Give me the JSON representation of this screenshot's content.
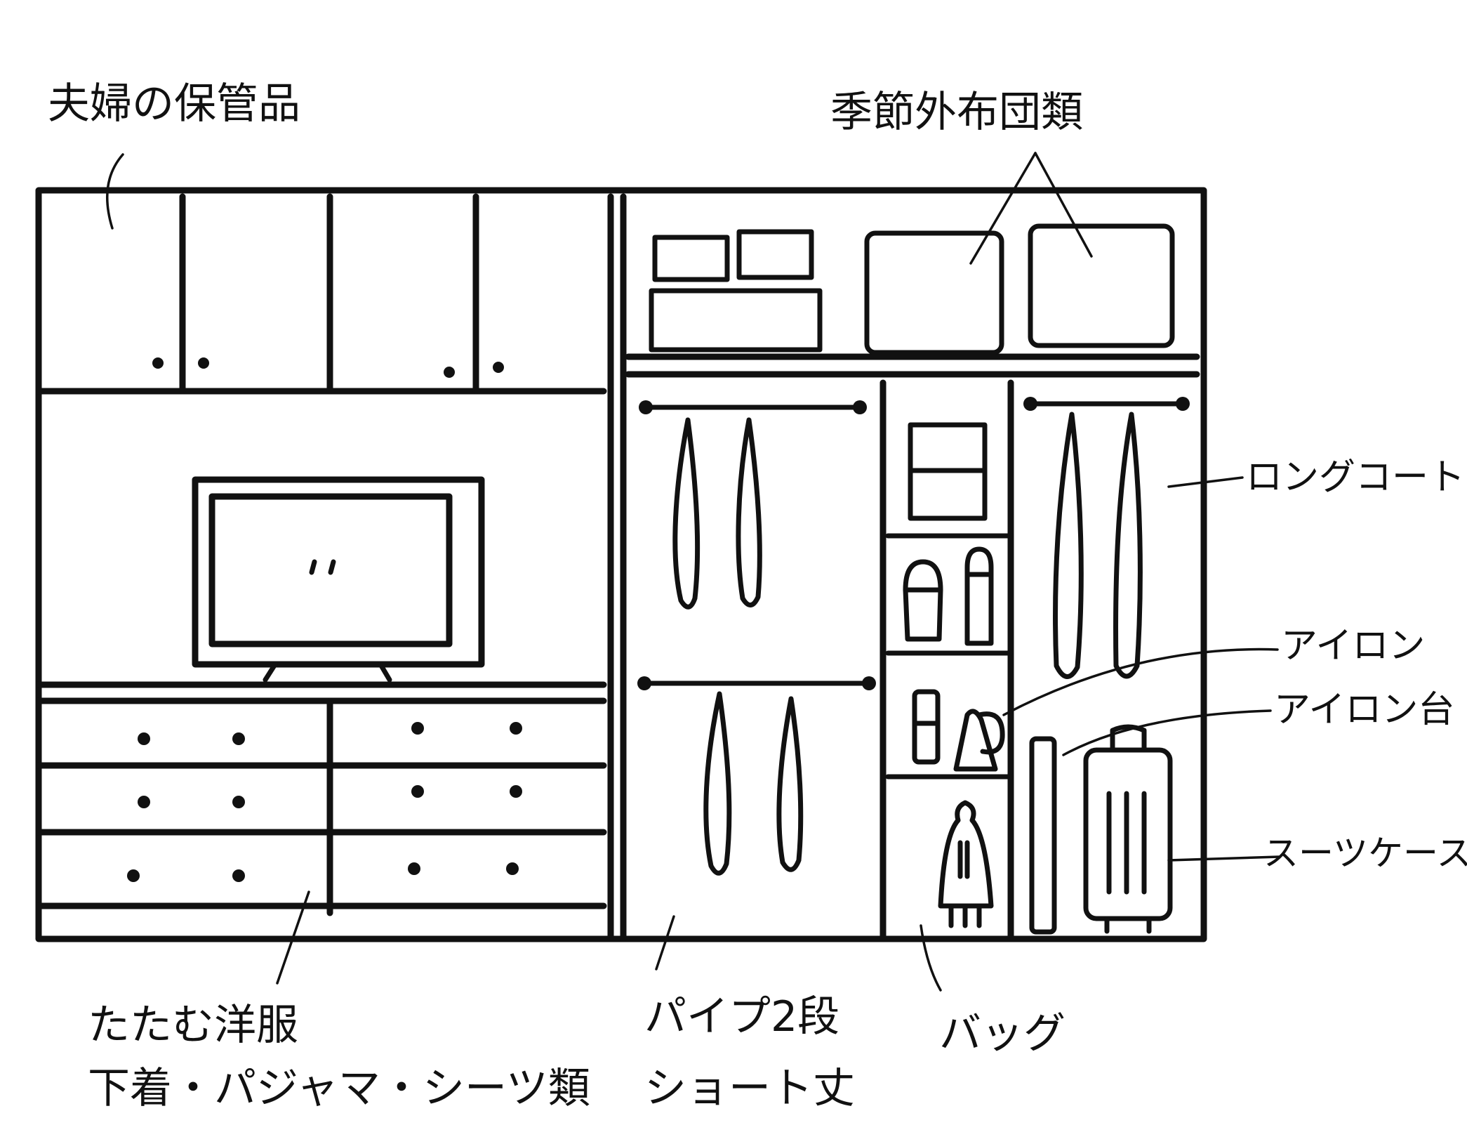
{
  "labels": {
    "top_left": "夫婦の保管品",
    "top_right": "季節外布団類",
    "long_coat": "ロングコート",
    "iron": "アイロン",
    "ironing_board": "アイロン台",
    "suitcase": "スーツケース",
    "folded_clothes": "たたむ洋服",
    "underwear": "下着・パジャマ・シーツ類",
    "pipe": "パイプ2段",
    "short_length": "ショート丈",
    "bag": "バッグ"
  }
}
